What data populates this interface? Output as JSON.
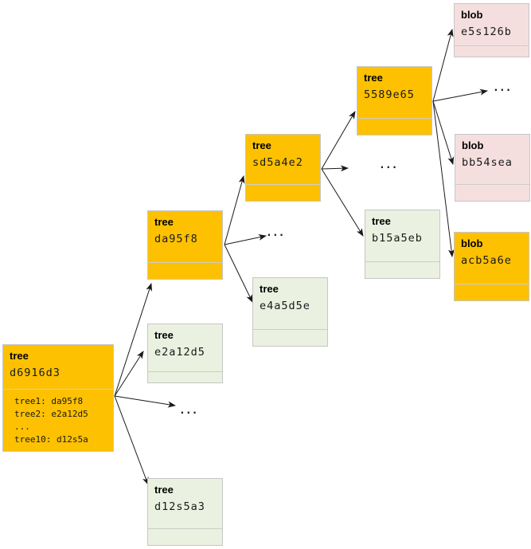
{
  "ellipsis": "...",
  "colors": {
    "highlight": "#fdc101",
    "tree_muted": "#eaf1e0",
    "blob_muted": "#f5dfde",
    "border": "#c6c6c6",
    "divider": "#cdcdc6"
  },
  "nodes": {
    "root": {
      "type": "tree",
      "hash": "d6916d3",
      "style": "highlight",
      "entries": [
        "tree1: da95f8",
        "tree2: e2a12d5",
        "...",
        "tree10: d12s5a"
      ]
    },
    "da95f8": {
      "type": "tree",
      "hash": "da95f8",
      "style": "highlight"
    },
    "e2a12d5": {
      "type": "tree",
      "hash": "e2a12d5",
      "style": "muted-tree"
    },
    "d12s5a3": {
      "type": "tree",
      "hash": "d12s5a3",
      "style": "muted-tree"
    },
    "sd5a4e2": {
      "type": "tree",
      "hash": "sd5a4e2",
      "style": "highlight"
    },
    "e4a5d5e": {
      "type": "tree",
      "hash": "e4a5d5e",
      "style": "muted-tree"
    },
    "5589e65": {
      "type": "tree",
      "hash": "5589e65",
      "style": "highlight"
    },
    "b15a5eb": {
      "type": "tree",
      "hash": "b15a5eb",
      "style": "muted-tree"
    },
    "e5s126b": {
      "type": "blob",
      "hash": "e5s126b",
      "style": "muted-blob"
    },
    "bb54sea": {
      "type": "blob",
      "hash": "bb54sea",
      "style": "muted-blob"
    },
    "acb5a6e": {
      "type": "blob",
      "hash": "acb5a6e",
      "style": "highlight"
    }
  },
  "edges": [
    {
      "from": "d6916d3",
      "to": "da95f8"
    },
    {
      "from": "d6916d3",
      "to": "e2a12d5"
    },
    {
      "from": "d6916d3",
      "to": "..."
    },
    {
      "from": "d6916d3",
      "to": "d12s5a3"
    },
    {
      "from": "da95f8",
      "to": "sd5a4e2"
    },
    {
      "from": "da95f8",
      "to": "..."
    },
    {
      "from": "da95f8",
      "to": "e4a5d5e"
    },
    {
      "from": "sd5a4e2",
      "to": "5589e65"
    },
    {
      "from": "sd5a4e2",
      "to": "..."
    },
    {
      "from": "sd5a4e2",
      "to": "b15a5eb"
    },
    {
      "from": "5589e65",
      "to": "e5s126b"
    },
    {
      "from": "5589e65",
      "to": "..."
    },
    {
      "from": "5589e65",
      "to": "bb54sea"
    },
    {
      "from": "5589e65",
      "to": "acb5a6e"
    }
  ]
}
